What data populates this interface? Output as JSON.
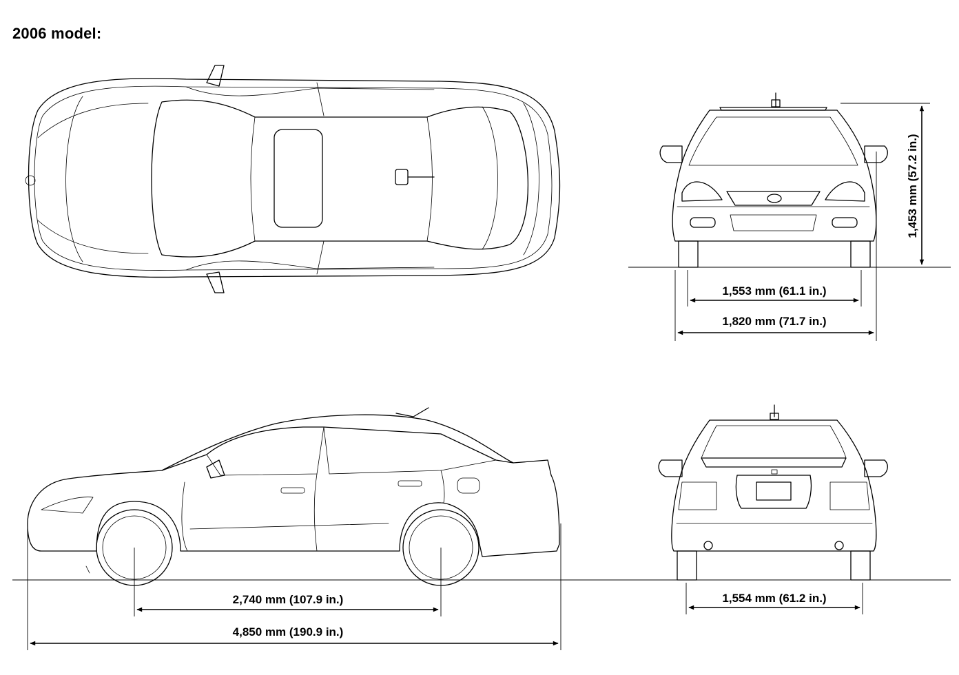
{
  "title": "2006 model:",
  "dimensions": {
    "height": "1,453 mm (57.2 in.)",
    "front_track": "1,553 mm (61.1 in.)",
    "width": "1,820 mm (71.7 in.)",
    "wheelbase": "2,740 mm (107.9 in.)",
    "length": "4,850 mm (190.9 in.)",
    "rear_track": "1,554 mm (61.2 in.)"
  },
  "colors": {
    "line": "#000000",
    "background": "#ffffff"
  }
}
